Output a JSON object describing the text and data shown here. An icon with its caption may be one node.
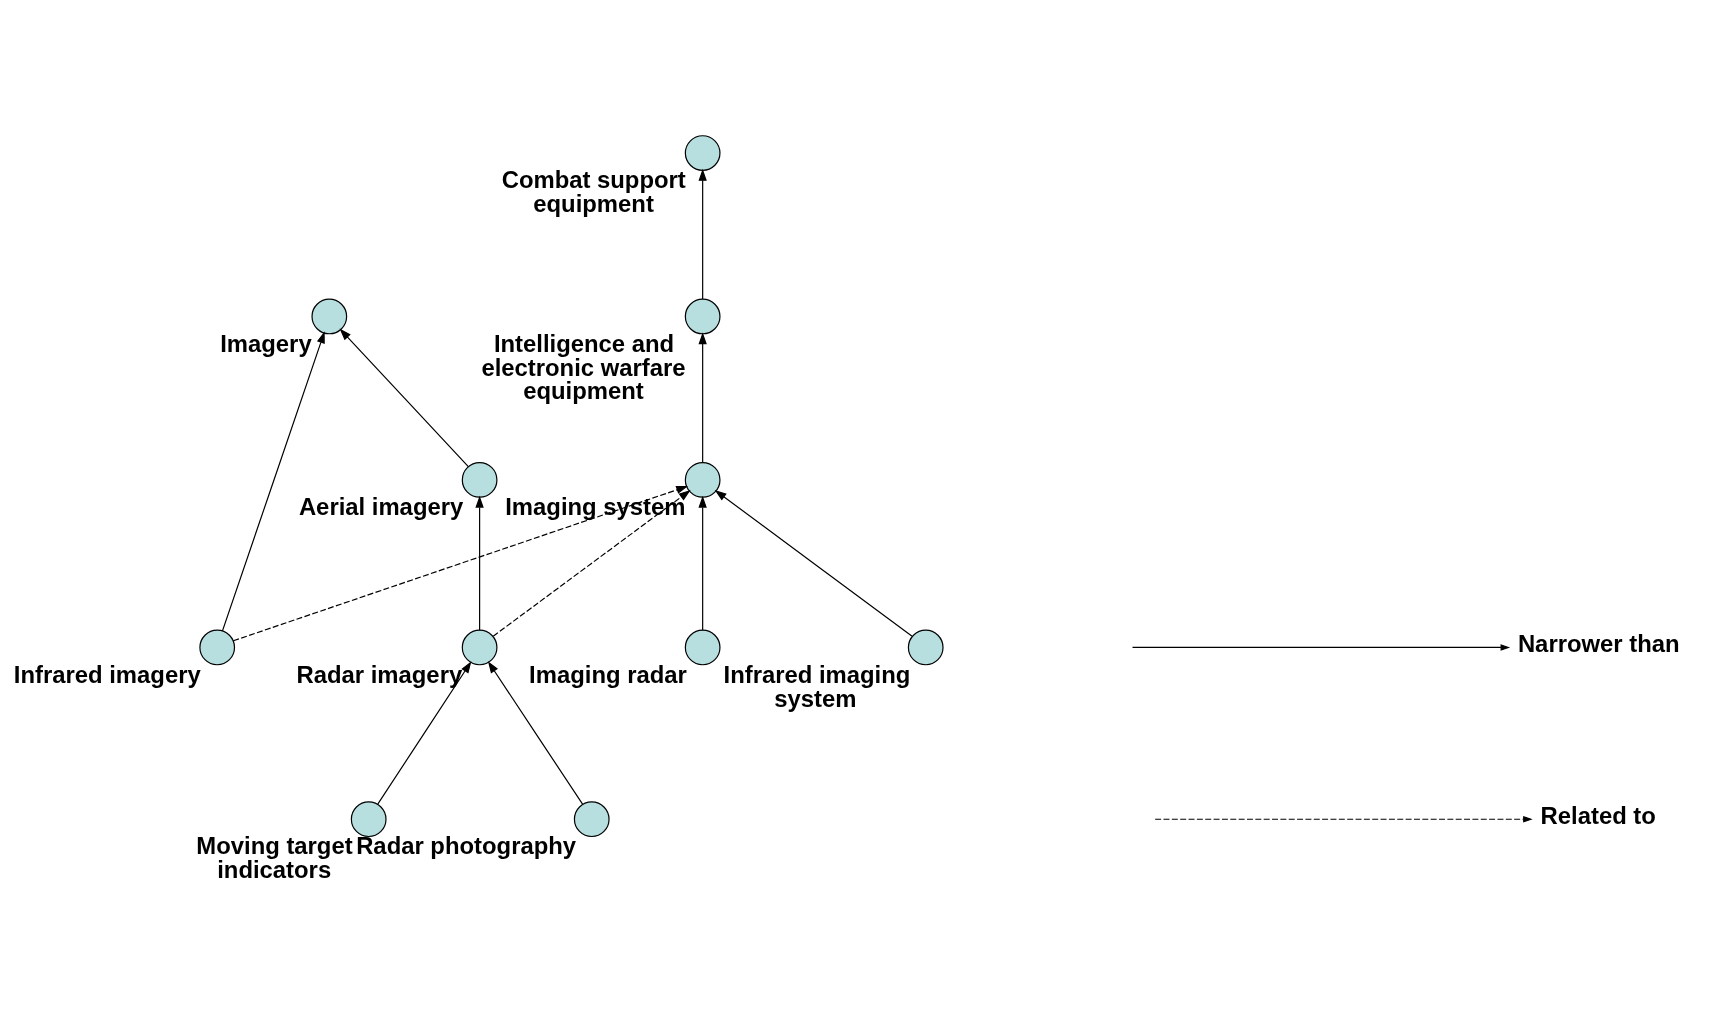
{
  "diagram": {
    "nodes": [
      {
        "text": [
          "Imagery"
        ]
      },
      {
        "text": [
          "Aerial imagery"
        ]
      },
      {
        "text": [
          "Infrared imagery"
        ]
      },
      {
        "text": [
          "Radar imagery"
        ]
      },
      {
        "text": [
          "Moving target indicators"
        ]
      },
      {
        "text": [
          "Radar photography"
        ]
      },
      {
        "text": [
          "Combat support equipment"
        ]
      },
      {
        "text": [
          "Intelligence and electronic warfare equipment"
        ]
      },
      {
        "text": [
          "Imaging system"
        ]
      },
      {
        "text": [
          "Imaging radar"
        ]
      },
      {
        "text": [
          "Infrared imaging system"
        ]
      }
    ],
    "edges": [
      {
        "from": 1,
        "to": 0,
        "arrow": "to"
      },
      {
        "from": 2,
        "to": 0,
        "arrow": "to"
      },
      {
        "from": 3,
        "to": 1,
        "arrow": "to"
      },
      {
        "from": 4,
        "to": 3,
        "arrow": "to"
      },
      {
        "from": 5,
        "to": 3,
        "arrow": "to"
      },
      {
        "from": 2,
        "to": 8,
        "arrow": "to",
        "style": "dashed"
      },
      {
        "from": 3,
        "to": 8,
        "arrow": "to",
        "style": "dashed"
      },
      {
        "from": 8,
        "to": 7,
        "arrow": "to"
      },
      {
        "from": 7,
        "to": 6,
        "arrow": "to"
      },
      {
        "from": 9,
        "to": 8,
        "arrow": "to"
      },
      {
        "from": 10,
        "to": 8,
        "arrow": "to"
      }
    ],
    "legend": [
      {
        "text": "Narrower than"
      },
      {
        "text": "Related to"
      }
    ]
  }
}
